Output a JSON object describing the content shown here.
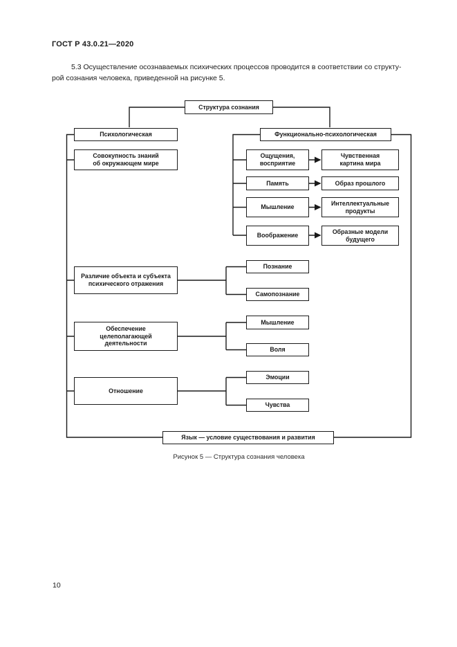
{
  "page": {
    "header": "ГОСТ Р 43.0.21—2020",
    "paragraph": "5.3 Осуществление осознаваемых психических процессов проводится в соответствии со структу-\nрой сознания человека, приведенной на рисунке 5.",
    "caption": "Рисунок 5 — Структура сознания человека",
    "page_number": "10",
    "colors": {
      "ink": "#1a1a1a",
      "background": "#ffffff"
    }
  },
  "diagram": {
    "root": "Структура сознания",
    "left_branch": "Психологическая",
    "right_branch": "Функционально-психологическая",
    "knowledge": "Совокупность знаний\nоб окружающем мире",
    "sensations": "Ощущения,\nвосприятие",
    "sensory_picture": "Чувственная\nкартина мира",
    "memory": "Память",
    "past_image": "Образ прошлого",
    "thinking_func": "Мышление",
    "intellectual_products": "Интеллектуальные\nпродукты",
    "imagination": "Воображение",
    "future_models": "Образные модели\nбудущего",
    "object_subject": "Различие объекта и субъекта\nпсихического отражения",
    "cognition": "Познание",
    "self_cognition": "Самопознание",
    "goal_setting": "Обеспечение\nцелеполагающей\nдеятельности",
    "thinking_goal": "Мышление",
    "will": "Воля",
    "attitude": "Отношение",
    "emotions": "Эмоции",
    "feelings": "Чувства",
    "language": "Язык — условие существования и развития"
  }
}
